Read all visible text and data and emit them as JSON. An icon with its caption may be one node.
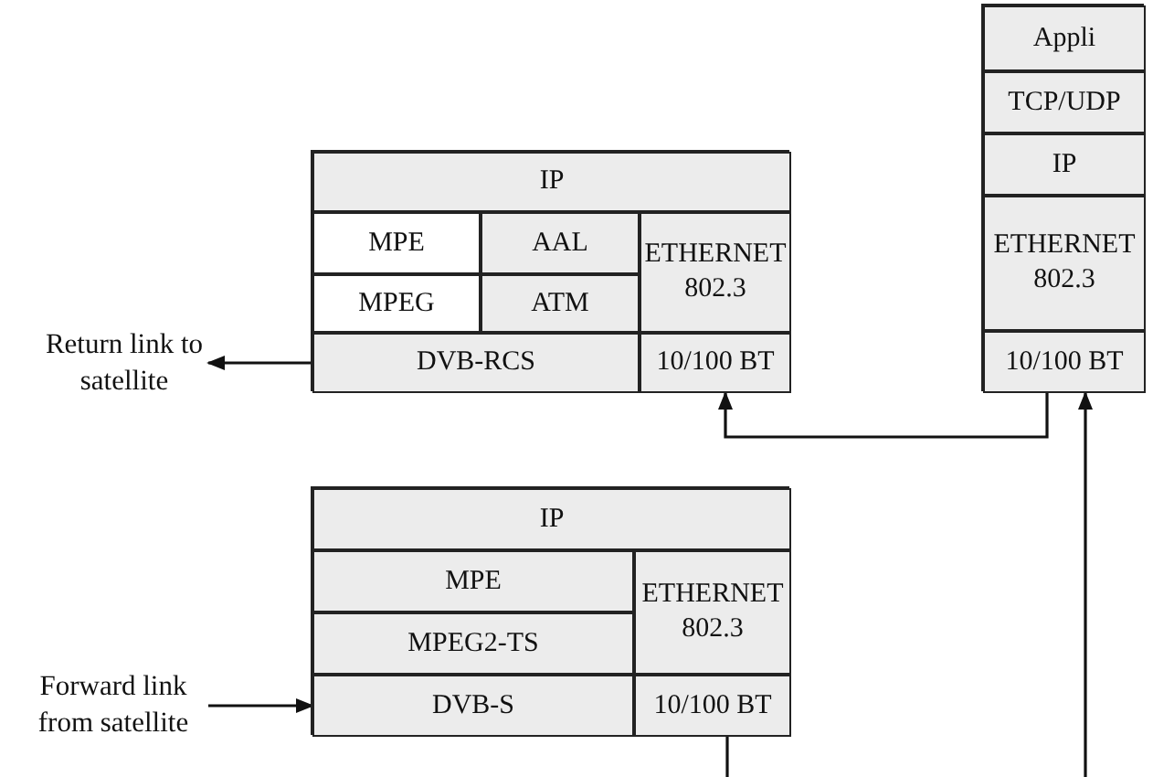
{
  "diagram": {
    "nodes": [
      {
        "text": [],
        "shape": "box"
      },
      {
        "text": [
          "Appli"
        ],
        "in": 0
      },
      {
        "text": [
          "TCP/UDP"
        ],
        "in": 0
      },
      {
        "text": [
          "IP"
        ],
        "in": 0
      },
      {
        "text": [
          "ETHERNET 802.3"
        ],
        "in": 0
      },
      {
        "text": [
          "10/100 BT"
        ],
        "in": 0
      },
      {
        "text": [],
        "shape": "box"
      },
      {
        "text": [
          "IP"
        ],
        "in": 6
      },
      {
        "text": [
          "MPE"
        ],
        "in": 6
      },
      {
        "text": [
          "AAL"
        ],
        "in": 6
      },
      {
        "text": [
          "ETHERNET 802.3"
        ],
        "in": 6
      },
      {
        "text": [
          "MPEG"
        ],
        "in": 6
      },
      {
        "text": [
          "ATM"
        ],
        "in": 6
      },
      {
        "text": [
          "DVB-RCS"
        ],
        "in": 6
      },
      {
        "text": [
          "10/100 BT"
        ],
        "in": 6
      },
      {
        "text": [
          "Return link to satellite"
        ]
      },
      {
        "text": [],
        "shape": "box"
      },
      {
        "text": [
          "IP"
        ],
        "in": 16
      },
      {
        "text": [
          "MPE"
        ],
        "in": 16
      },
      {
        "text": [
          "ETHERNET 802.3"
        ],
        "in": 16
      },
      {
        "text": [
          "MPEG2-TS"
        ],
        "in": 16
      },
      {
        "text": [
          "DVB-S"
        ],
        "in": 16
      },
      {
        "text": [
          "10/100 BT"
        ],
        "in": 16
      },
      {
        "text": [
          "Forward link from satellite"
        ]
      }
    ],
    "edges": [
      {
        "from": 13,
        "to": 15,
        "arrow": "to"
      },
      {
        "from": 23,
        "to": 21,
        "arrow": "to"
      },
      {
        "from": 5,
        "to": 14,
        "arrow": "to"
      },
      {
        "from": null,
        "to": 5,
        "arrow": "to"
      },
      {
        "from": 22,
        "to": null,
        "arrow": "none"
      }
    ]
  }
}
